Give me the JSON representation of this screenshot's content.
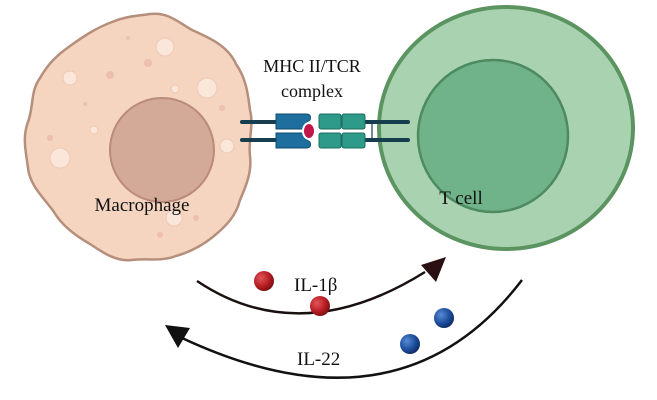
{
  "diagram": {
    "labels": {
      "complex_line1": "MHC II/TCR",
      "complex_line2": "complex",
      "macrophage": "Macrophage",
      "t_cell": "T cell",
      "il1b": "IL-1β",
      "il22": "IL-22"
    },
    "colors": {
      "macrophage_body": "#f5d5c0",
      "macrophage_outline": "#b58f7c",
      "macrophage_nucleus": "#d3a997",
      "tcell_body": "#a9d3b0",
      "tcell_outline": "#5b9461",
      "tcell_nucleus": "#70b28a",
      "mhc": "#1e6f9f",
      "tcr": "#2e9a89",
      "antigen": "#c0164a",
      "il1b_molecule": "#b81e24",
      "il22_molecule": "#1d4fa0",
      "arrow": "#1a1010"
    }
  }
}
